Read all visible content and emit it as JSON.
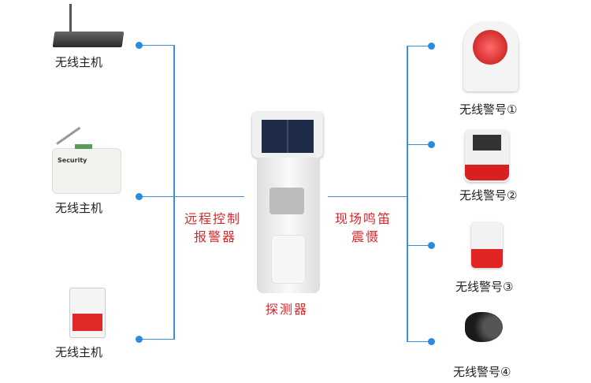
{
  "left_devices": [
    {
      "label": "无线主机"
    },
    {
      "label": "无线主机",
      "brand_text": "Security"
    },
    {
      "label": "无线主机"
    }
  ],
  "right_devices": [
    {
      "label": "无线警号①"
    },
    {
      "label": "无线警号②"
    },
    {
      "label": "无线警号③"
    },
    {
      "label": "无线警号④"
    }
  ],
  "center": {
    "label": "探测器",
    "left_caption_1": "远程控制",
    "left_caption_2": "报警器",
    "right_caption_1": "现场鸣笛",
    "right_caption_2": "震慑"
  },
  "colors": {
    "line": "#3d8fd8",
    "caption": "#d9262b"
  }
}
